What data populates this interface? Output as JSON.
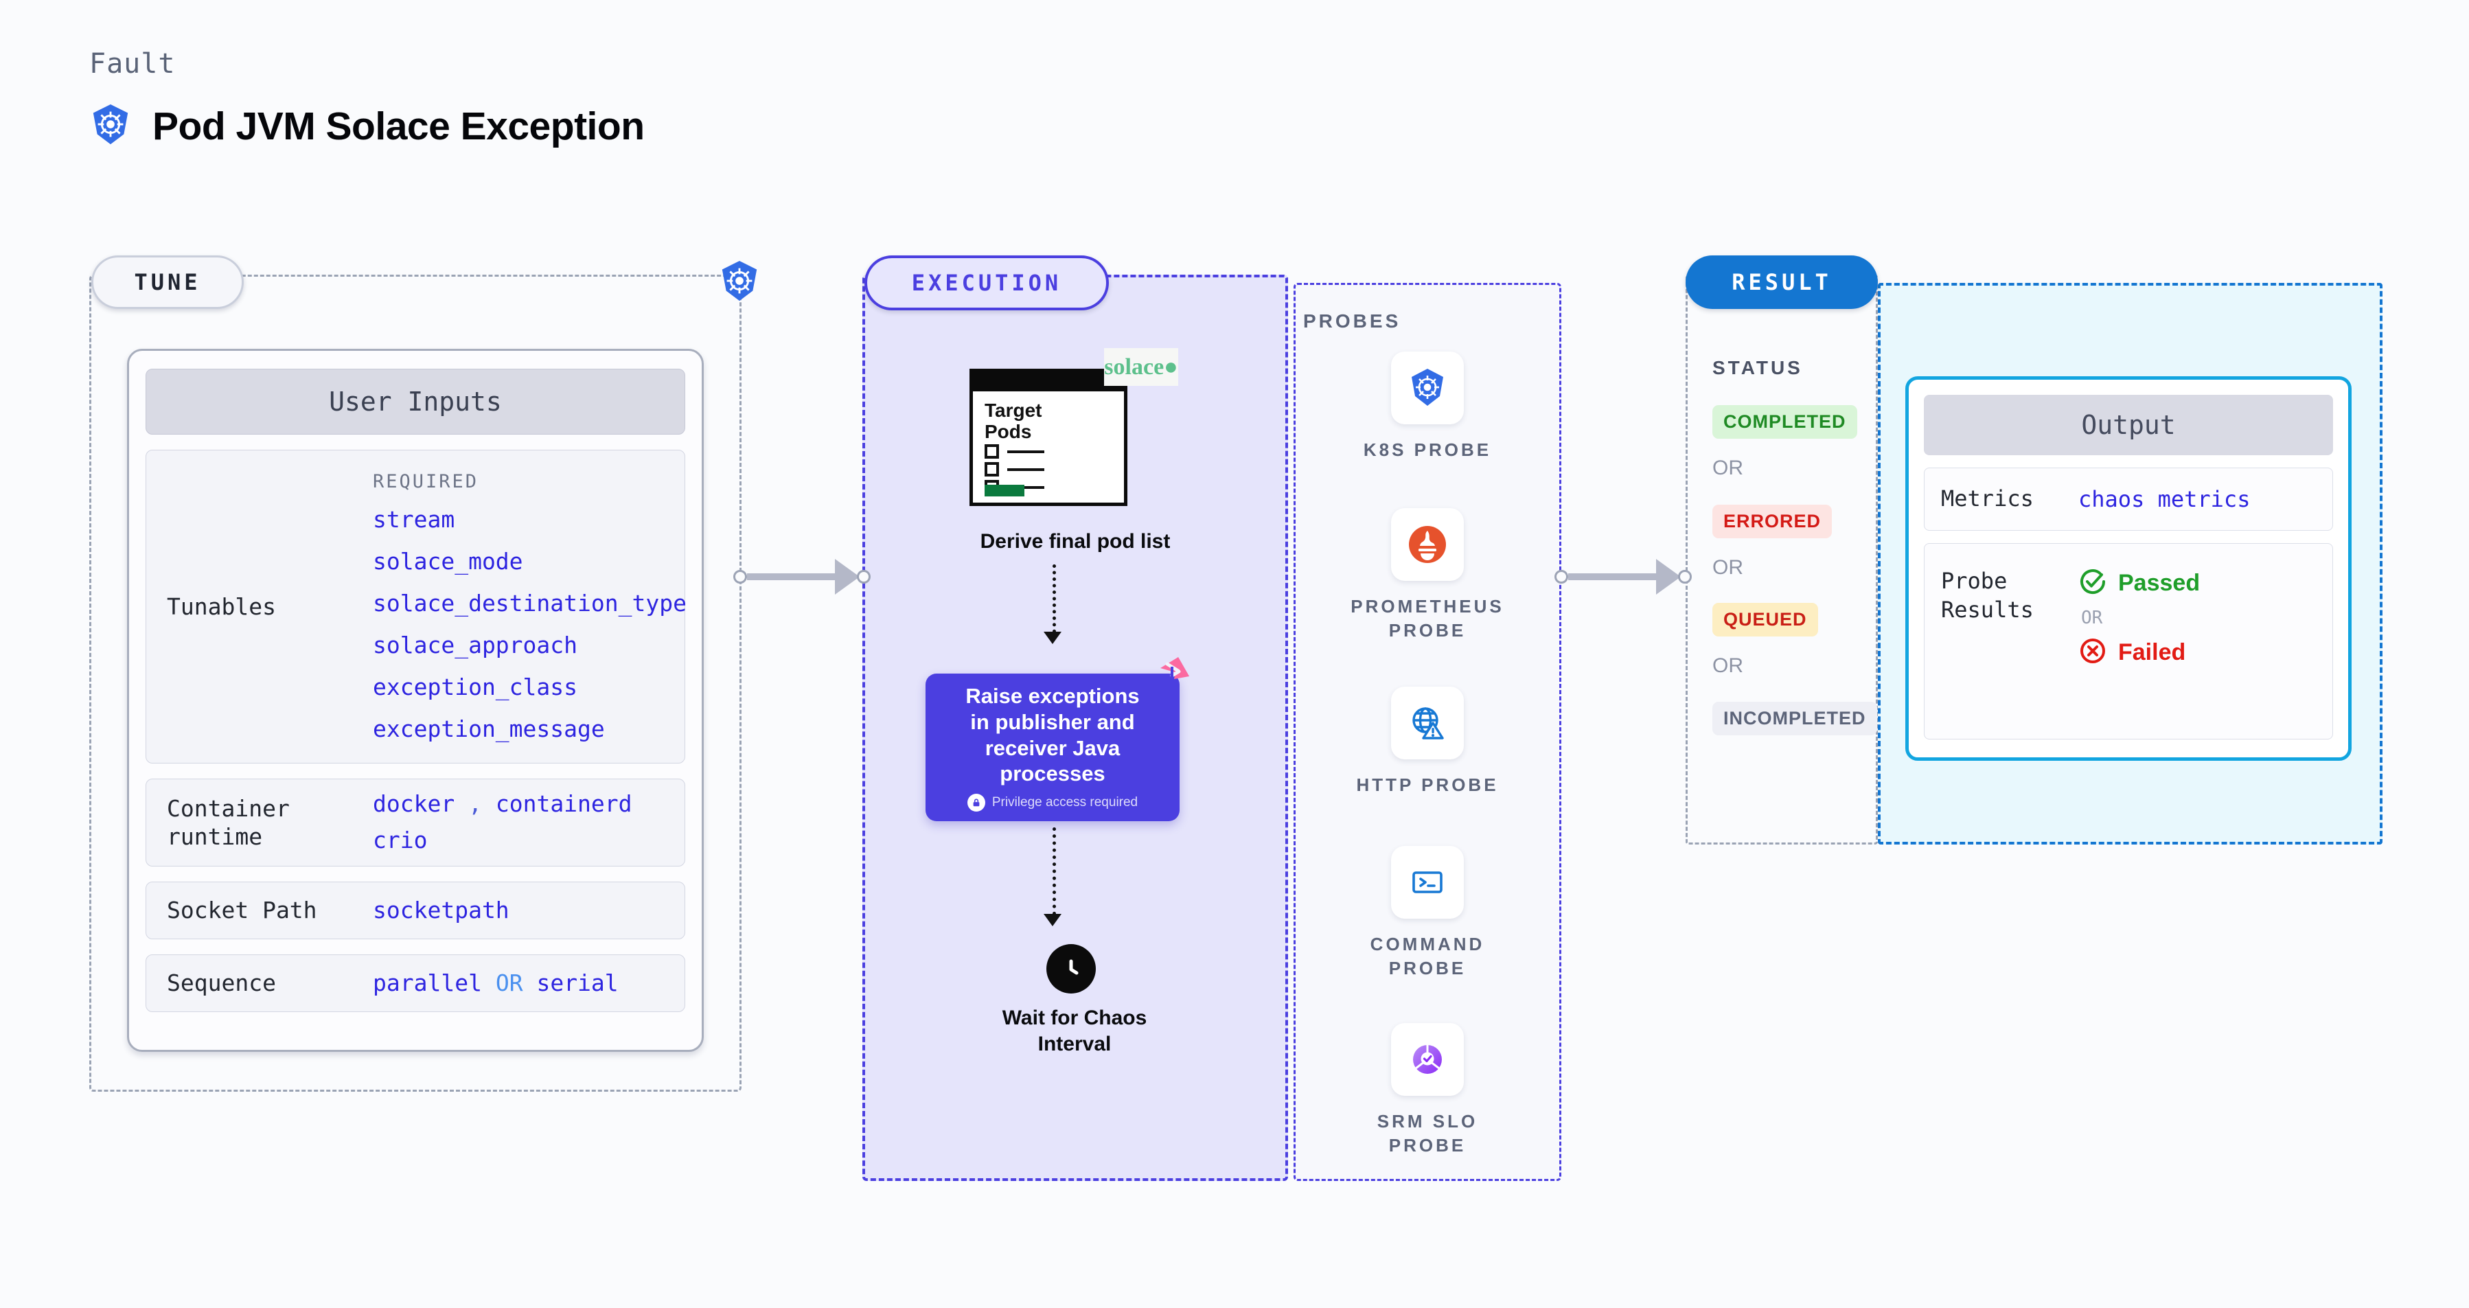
{
  "header": {
    "kicker": "Fault",
    "title": "Pod JVM Solace Exception",
    "icon": "kubernetes-icon"
  },
  "tune": {
    "pill_label": "TUNE",
    "card_title": "User Inputs",
    "border_icon": "kubernetes-icon",
    "tunables": {
      "key": "Tunables",
      "required_label": "REQUIRED",
      "items": [
        "stream",
        "solace_mode",
        "solace_destination_type",
        "solace_approach",
        "exception_class",
        "exception_message"
      ]
    },
    "rows": [
      {
        "key": "Container runtime",
        "value_line1_a": "docker",
        "value_sep": ",",
        "value_line1_b": "containerd",
        "value_line2": "crio"
      },
      {
        "key": "Socket Path",
        "value": "socketpath"
      },
      {
        "key": "Sequence",
        "value_a": "parallel",
        "value_or": "OR",
        "value_b": "serial"
      }
    ]
  },
  "execution": {
    "pill_label": "EXECUTION",
    "pods_card": {
      "title_line1": "Target",
      "title_line2": "Pods",
      "vendor_logo": "solace",
      "vendor_logo_dot": "●"
    },
    "step1_caption": "Derive final pod list",
    "action_card": {
      "text_line1": "Raise exceptions",
      "text_line2": "in publisher and",
      "text_line3": "receiver Java",
      "text_line4": "processes",
      "privilege_note": "Privilege access required",
      "privilege_icon": "lock-icon",
      "corner_icon": "litmus-chaos-icon",
      "color": "#4b3fe0"
    },
    "step3_caption_line1": "Wait for Chaos",
    "step3_caption_line2": "Interval",
    "step3_icon": "clock-icon"
  },
  "probes": {
    "label": "PROBES",
    "items": [
      {
        "icon": "kubernetes-icon",
        "label_line1": "K8S PROBE",
        "label_line2": ""
      },
      {
        "icon": "prometheus-icon",
        "label_line1": "PROMETHEUS",
        "label_line2": "PROBE"
      },
      {
        "icon": "globe-warning-icon",
        "label_line1": "HTTP PROBE",
        "label_line2": ""
      },
      {
        "icon": "terminal-icon",
        "label_line1": "COMMAND",
        "label_line2": "PROBE"
      },
      {
        "icon": "slo-gauge-icon",
        "label_line1": "SRM SLO",
        "label_line2": "PROBE"
      }
    ]
  },
  "result": {
    "pill_label": "RESULT",
    "status_label": "STATUS",
    "or_label": "OR",
    "statuses": [
      {
        "label": "COMPLETED",
        "bg": "#d9f5d8",
        "fg": "#1f8a24"
      },
      {
        "label": "ERRORED",
        "bg": "#fde4e2",
        "fg": "#d41a16"
      },
      {
        "label": "QUEUED",
        "bg": "#fdeec2",
        "fg": "#c91f16"
      },
      {
        "label": "INCOMPLETED",
        "bg": "#eeeff5",
        "fg": "#5c6479"
      }
    ],
    "output": {
      "title": "Output",
      "metrics_key": "Metrics",
      "metrics_value": "chaos metrics",
      "probe_results_key": "Probe Results",
      "passed_label": "Passed",
      "passed_icon": "check-circle-icon",
      "or_label": "OR",
      "failed_label": "Failed",
      "failed_icon": "x-circle-icon"
    }
  }
}
